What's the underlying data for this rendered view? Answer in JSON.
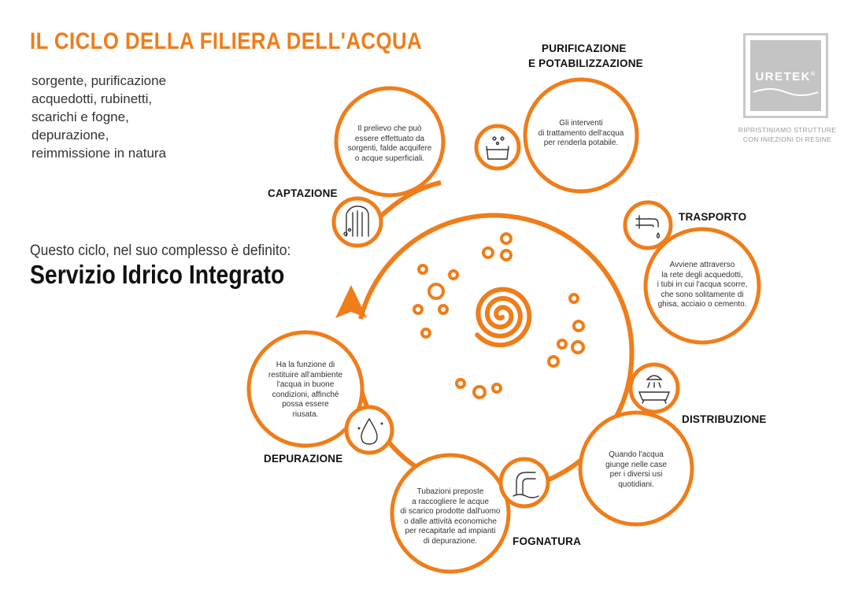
{
  "title": "IL CICLO DELLA FILIERA DELL'ACQUA",
  "subtitle_lines": [
    "sorgente, purificazione",
    "acquedotti, rubinetti,",
    "scarichi e fogne,",
    "depurazione,",
    "reimmissione in natura"
  ],
  "lead": "Questo ciclo, nel suo complesso è definito:",
  "service": "Servizio Idrico Integrato",
  "logo": {
    "brand": "URETEK",
    "registered": "®",
    "tagline_1": "RIPRISTINIAMO STRUTTURE",
    "tagline_2": "CON INIEZIONI DI RESINE"
  },
  "stages": {
    "captazione": {
      "label": "CAPTAZIONE",
      "icon": "waterfall-icon",
      "lines": [
        "Il prelievo che può",
        "essere effettuato da",
        "sorgenti, falde acquifere",
        "o acque superficiali."
      ]
    },
    "purificazione": {
      "label_1": "PURIFICAZIONE",
      "label_2": "E POTABILIZZAZIONE",
      "icon": "purification-tank-icon",
      "lines": [
        "Gli interventi",
        "di trattamento dell'acqua",
        "per renderla potabile."
      ]
    },
    "trasporto": {
      "label": "TRASPORTO",
      "icon": "faucet-icon",
      "lines": [
        "Avviene attraverso",
        "la rete degli acquedotti,",
        "i tubi in cui l'acqua scorre,",
        "che sono solitamente di",
        "ghisa, acciaio o cemento."
      ]
    },
    "distribuzione": {
      "label": "DISTRIBUZIONE",
      "icon": "shower-bathtub-icon",
      "lines": [
        "Quando l'acqua",
        "giunge nelle case",
        "per i diversi usi",
        "quotidiani."
      ]
    },
    "fognatura": {
      "label": "FOGNATURA",
      "icon": "sewer-pipe-icon",
      "lines": [
        "Tubazioni preposte",
        "a raccogliere le acque",
        "di scarico prodotte dall'uomo",
        "o dalle attività economiche",
        "per recapitarle ad impianti",
        "di depurazione."
      ]
    },
    "depurazione": {
      "label": "DEPURAZIONE",
      "icon": "water-drop-icon",
      "lines": [
        "Ha la funzione di",
        "restituire all'ambiente",
        "l'acqua in buone",
        "condizioni, affinché",
        "possa essere",
        "riusata."
      ]
    }
  },
  "colors": {
    "accent": "#ef7d1a",
    "text": "#222222",
    "logo_gray": "#c4c4c4"
  }
}
